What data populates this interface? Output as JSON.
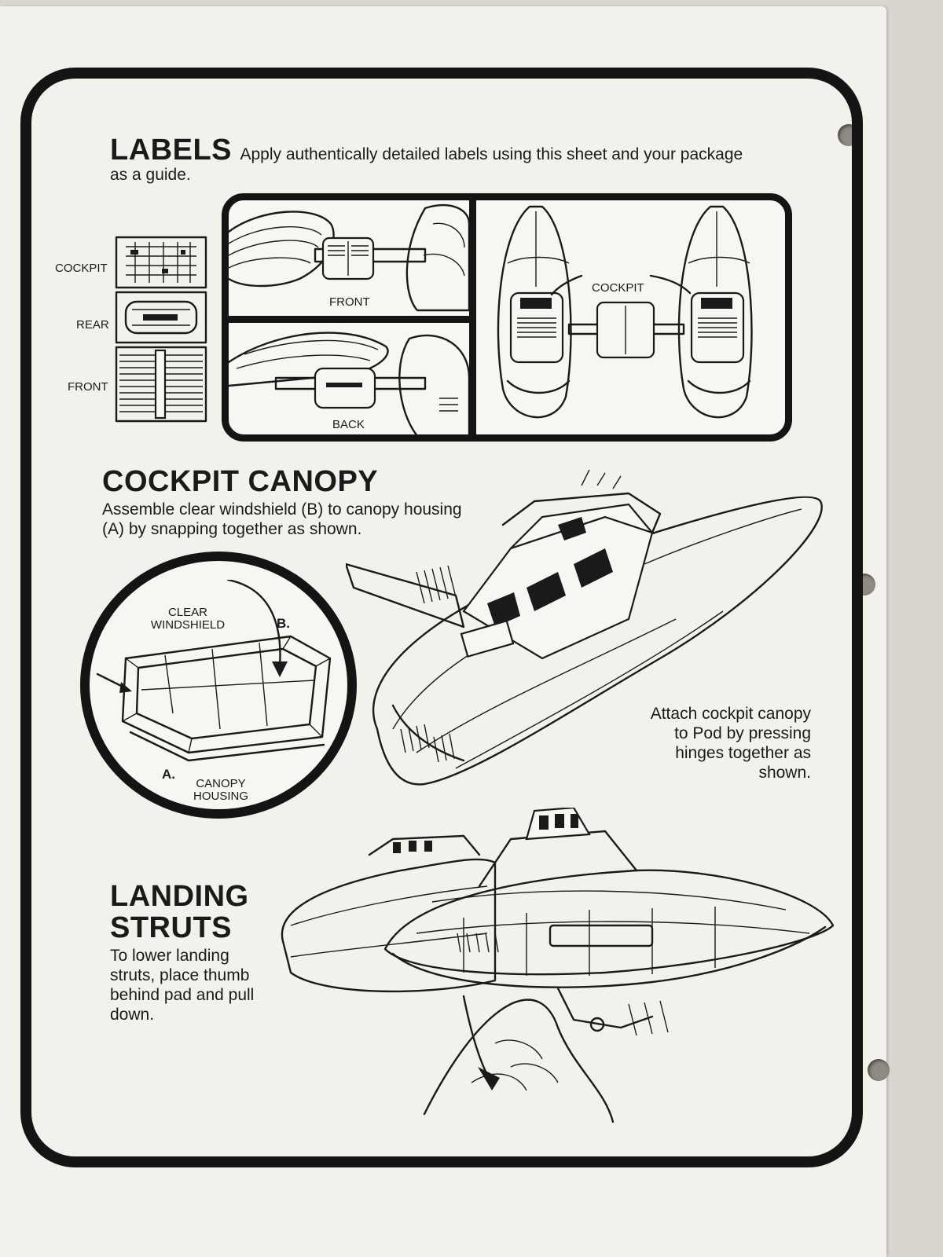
{
  "labels_section": {
    "heading": "LABELS",
    "description": "Apply authentically detailed labels using this sheet and your package as a guide.",
    "sheet_labels": [
      "COCKPIT",
      "REAR",
      "FRONT"
    ],
    "view_front": "FRONT",
    "view_back": "BACK",
    "view_cockpit": "COCKPIT"
  },
  "canopy_section": {
    "heading": "COCKPIT CANOPY",
    "description": "Assemble clear windshield (B) to canopy housing (A) by snapping together as shown.",
    "clear_windshield": "CLEAR WINDSHIELD",
    "part_b": "B.",
    "part_a": "A.",
    "canopy_housing": "CANOPY HOUSING",
    "attach_note": "Attach cockpit canopy to Pod by pressing hinges together as shown."
  },
  "struts_section": {
    "heading_line1": "LANDING",
    "heading_line2": "STRUTS",
    "description": "To lower landing struts, place thumb behind pad and pull down."
  },
  "colors": {
    "ink": "#141414",
    "paper": "#f3f1ec",
    "background": "#d9d6d0"
  }
}
